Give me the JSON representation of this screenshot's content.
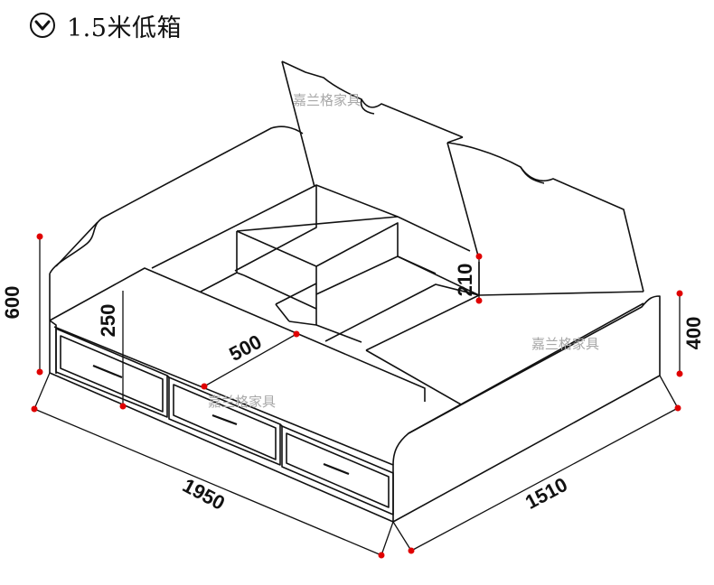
{
  "title": {
    "icon": "chevron-down-circle-icon",
    "text": "1.5米低箱"
  },
  "watermark": "嘉兰格家具",
  "dimensions": {
    "total_height": "600",
    "drawer_height": "250",
    "compartment_width": "500",
    "compartment_height": "210",
    "end_height": "400",
    "length": "1950",
    "width": "1510"
  },
  "colors": {
    "line": "#111111",
    "marker": "#e00000",
    "watermark": "#a8a8a8"
  }
}
